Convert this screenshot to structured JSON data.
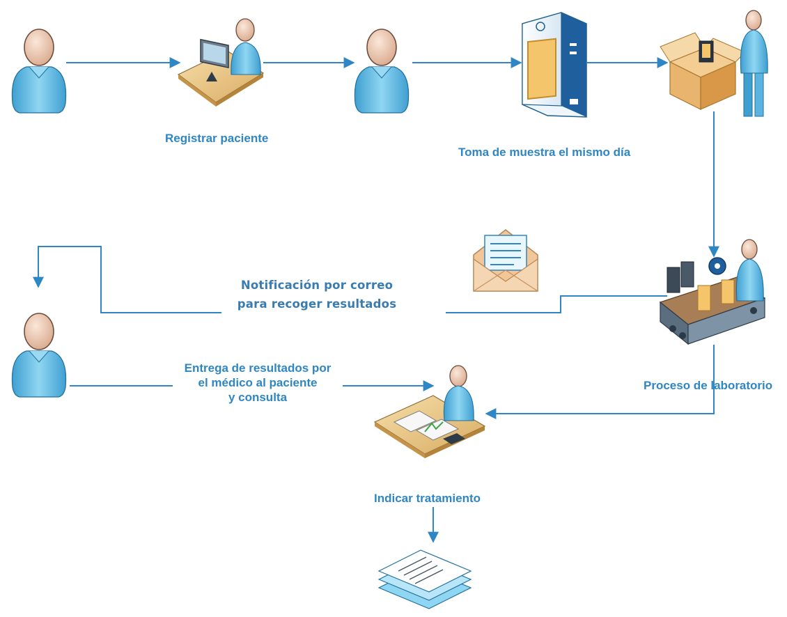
{
  "labels": {
    "registrar": "Registrar paciente",
    "toma": "Toma de muestra el mismo día",
    "notificacion_1": "Notificación por correo",
    "notificacion_2": "para recoger resultados",
    "proceso": "Proceso de laboratorio",
    "entrega_1": "Entrega de resultados por",
    "entrega_2": "el médico al paciente",
    "entrega_3": "y consulta",
    "indicar": "Indicar tratamiento"
  },
  "colors": {
    "connector": "#2f86c4",
    "label": "#2f86c4",
    "person_body": "#6cc3e8",
    "person_head": "#f3d6c0",
    "desk": "#e9c88a",
    "box": "#e8b06a"
  },
  "icons": [
    "patient-icon",
    "registration-desk-icon",
    "patient-icon",
    "sample-cabinet-icon",
    "shipping-worker-icon",
    "envelope-icon",
    "lab-conveyor-icon",
    "patient-icon",
    "doctor-desk-icon",
    "documents-stack-icon"
  ]
}
